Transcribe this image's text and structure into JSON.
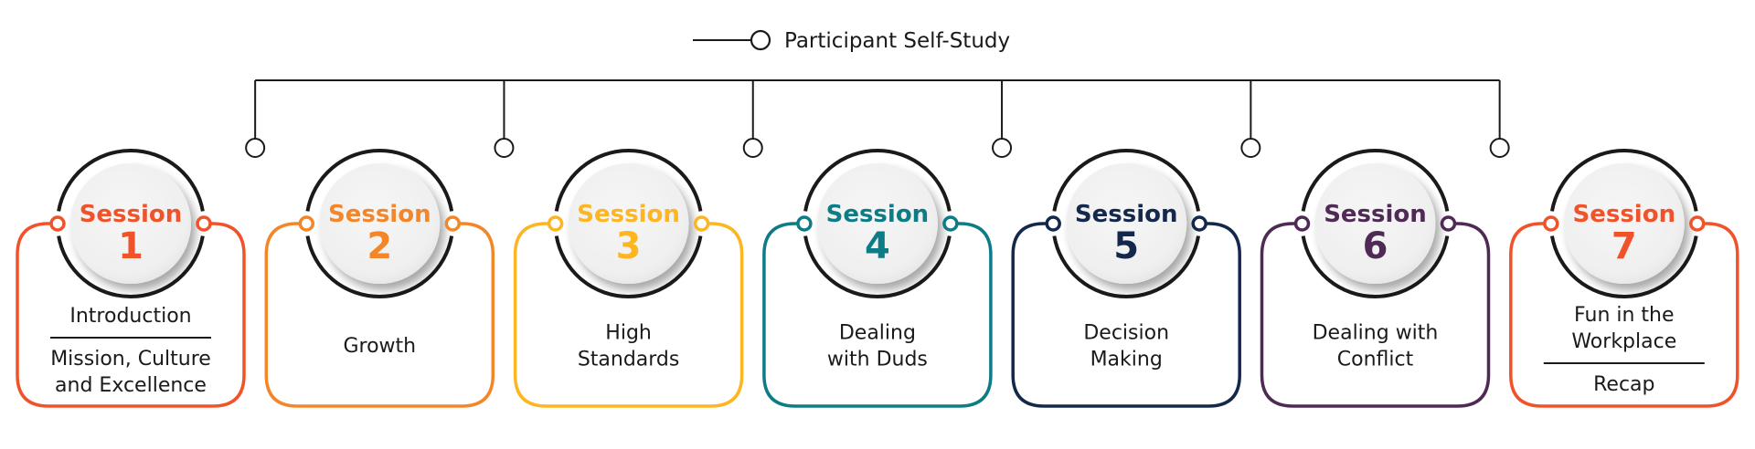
{
  "legend": {
    "label": "Participant Self-Study",
    "icon": "line-with-node-icon"
  },
  "self_study_connector": {
    "node_count": 6,
    "between_sessions": [
      [
        1,
        2
      ],
      [
        2,
        3
      ],
      [
        3,
        4
      ],
      [
        4,
        5
      ],
      [
        5,
        6
      ],
      [
        6,
        7
      ]
    ]
  },
  "sessions": [
    {
      "word": "Session",
      "number": "1",
      "color": "#F0532A",
      "lines": [
        "Introduction"
      ],
      "divider": true,
      "lines_after": [
        "Mission, Culture",
        "and Excellence"
      ]
    },
    {
      "word": "Session",
      "number": "2",
      "color": "#F4862A",
      "lines": [
        "Growth"
      ],
      "divider": false,
      "lines_after": []
    },
    {
      "word": "Session",
      "number": "3",
      "color": "#FDB521",
      "lines": [
        "High",
        "Standards"
      ],
      "divider": false,
      "lines_after": []
    },
    {
      "word": "Session",
      "number": "4",
      "color": "#0E7C86",
      "lines": [
        "Dealing",
        "with Duds"
      ],
      "divider": false,
      "lines_after": []
    },
    {
      "word": "Session",
      "number": "5",
      "color": "#13284B",
      "lines": [
        "Decision",
        "Making"
      ],
      "divider": false,
      "lines_after": []
    },
    {
      "word": "Session",
      "number": "6",
      "color": "#4F2A55",
      "lines": [
        "Dealing with",
        "Conflict"
      ],
      "divider": false,
      "lines_after": []
    },
    {
      "word": "Session",
      "number": "7",
      "color": "#F0532A",
      "lines": [
        "Fun in the",
        "Workplace"
      ],
      "divider": true,
      "lines_after": [
        "Recap"
      ]
    }
  ],
  "colors": {
    "line": "#1a1a1a",
    "disc": "#f1f1f1",
    "text": "#1a1a1a"
  }
}
